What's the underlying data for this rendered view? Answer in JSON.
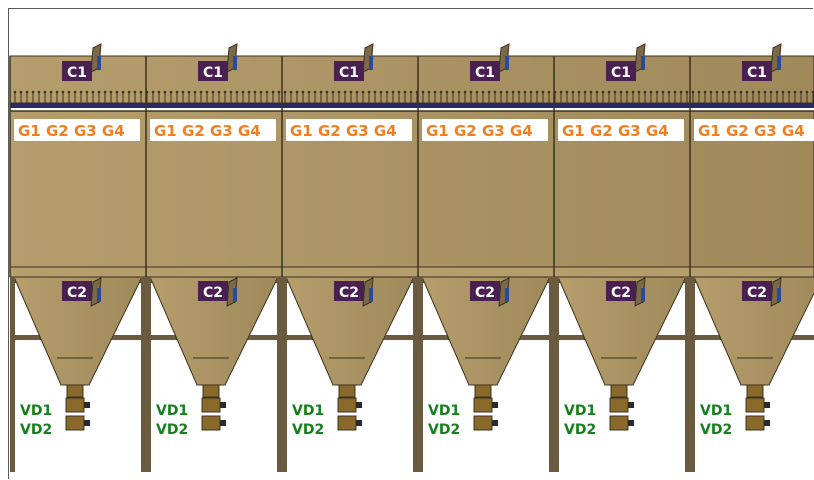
{
  "colors": {
    "tank": "#a0895a",
    "tank_dark": "#7a6a48",
    "tank_light": "#b59d6c",
    "edge": "#3c3222",
    "rail": "#2a2a6a",
    "frame": "#6b5b3e",
    "sensor_bg": "#4a1f52",
    "gauge_text": "#f07f22",
    "valve_text": "#15801b",
    "valve_body": "#8a6a2a"
  },
  "units": [
    {
      "top_sensor": "C1",
      "bottom_sensor": "C2",
      "gauges": [
        "G1",
        "G2",
        "G3",
        "G4"
      ],
      "valves": [
        "VD1",
        "VD2"
      ]
    },
    {
      "top_sensor": "C1",
      "bottom_sensor": "C2",
      "gauges": [
        "G1",
        "G2",
        "G3",
        "G4"
      ],
      "valves": [
        "VD1",
        "VD2"
      ]
    },
    {
      "top_sensor": "C1",
      "bottom_sensor": "C2",
      "gauges": [
        "G1",
        "G2",
        "G3",
        "G4"
      ],
      "valves": [
        "VD1",
        "VD2"
      ]
    },
    {
      "top_sensor": "C1",
      "bottom_sensor": "C2",
      "gauges": [
        "G1",
        "G2",
        "G3",
        "G4"
      ],
      "valves": [
        "VD1",
        "VD2"
      ]
    },
    {
      "top_sensor": "C1",
      "bottom_sensor": "C2",
      "gauges": [
        "G1",
        "G2",
        "G3",
        "G4"
      ],
      "valves": [
        "VD1",
        "VD2"
      ]
    },
    {
      "top_sensor": "C1",
      "bottom_sensor": "C2",
      "gauges": [
        "G1",
        "G2",
        "G3",
        "G4"
      ],
      "valves": [
        "VD1",
        "VD2"
      ]
    }
  ]
}
